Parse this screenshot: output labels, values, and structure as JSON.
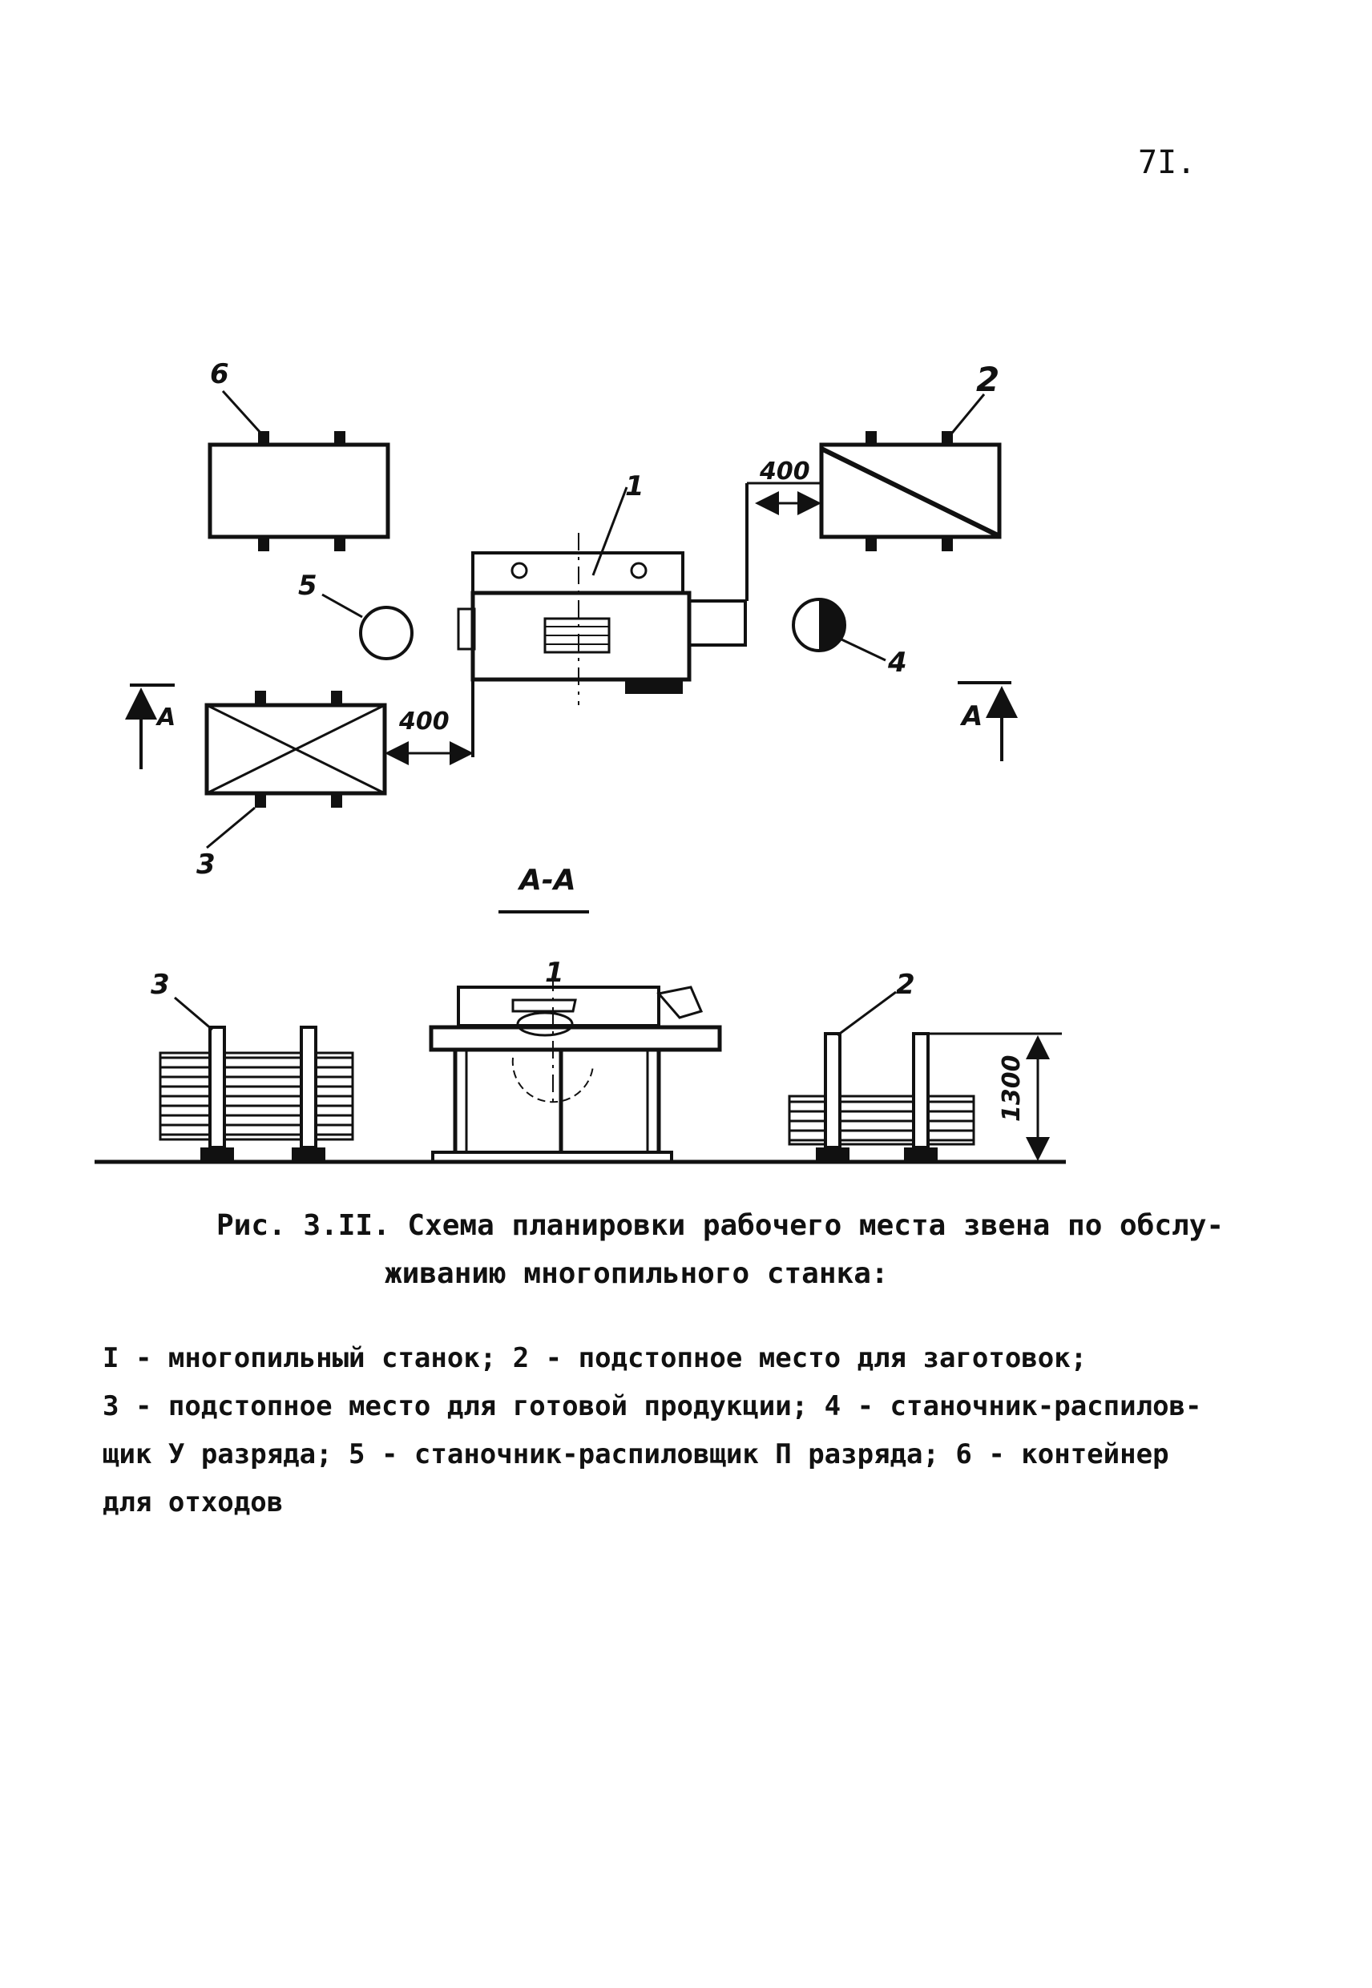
{
  "page_number": "7I.",
  "plan": {
    "labels": {
      "n1": "1",
      "n2": "2",
      "n3": "3",
      "n4": "4",
      "n5": "5",
      "n6": "6",
      "dim_left": "400",
      "dim_right": "400",
      "section_left": "A",
      "section_right": "A"
    }
  },
  "section": {
    "title": "A-A",
    "labels": {
      "n1": "1",
      "n2": "2",
      "n3": "3",
      "height": "1300"
    }
  },
  "caption": {
    "line1": "Рис. 3.II. Схема планировки рабочего места звена по обслу-",
    "line2": "живанию многопильного станка:"
  },
  "legend": {
    "line1": "I - многопильный станок; 2 - подстопное место для заготовок;",
    "line2": "3 - подстопное место для готовой продукции; 4 - станочник-распилов-",
    "line3": "щик У разряда; 5 - станочник-распиловщик П разряда; 6 - контейнер",
    "line4": "для отходов"
  }
}
